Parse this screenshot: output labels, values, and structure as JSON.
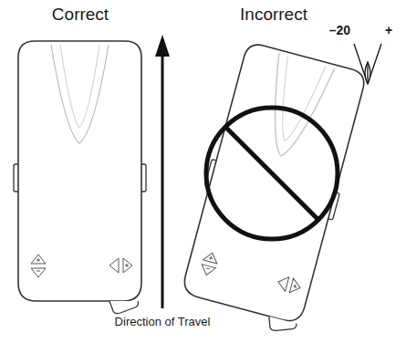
{
  "diagram": {
    "labels": [
      "Correct",
      "Incorrect",
      "–20",
      "+",
      "Direction of Travel"
    ]
  }
}
